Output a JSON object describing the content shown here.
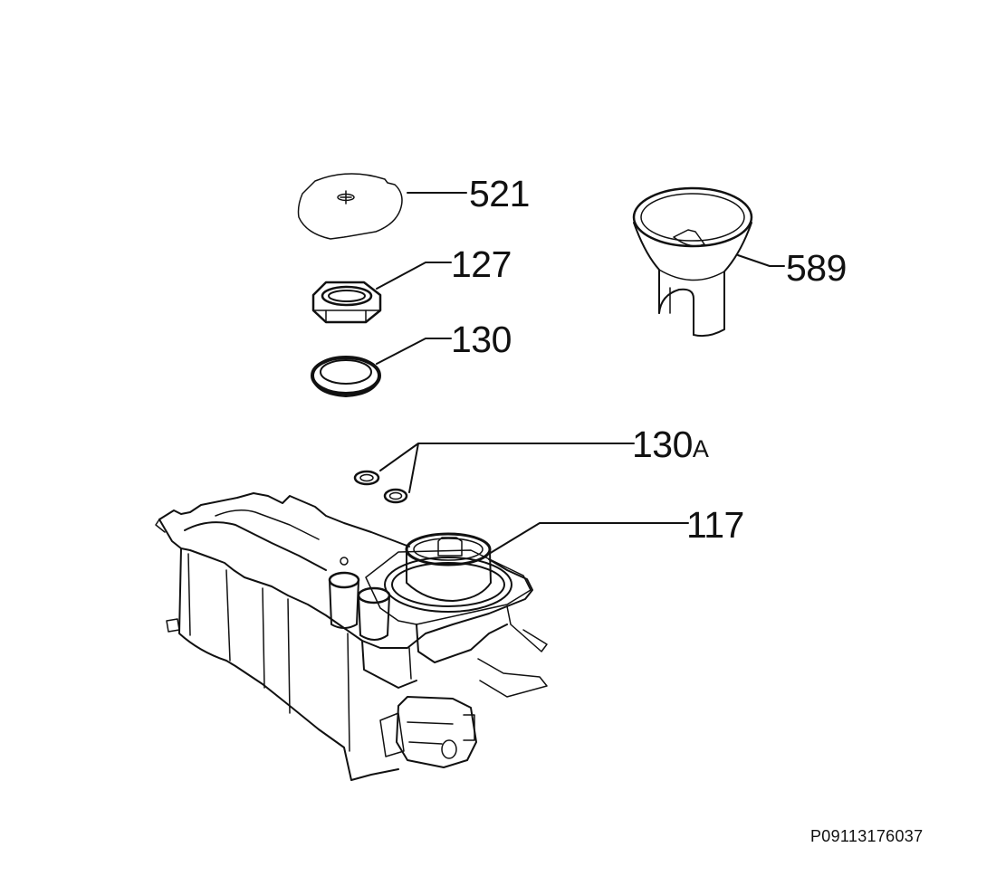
{
  "callouts": {
    "p521": "521",
    "p127": "127",
    "p130": "130",
    "p589": "589",
    "p130a_num": "130",
    "p130a_suffix": "A",
    "p117": "117"
  },
  "drawing_code": "P09113176037",
  "colors": {
    "line": "#111111",
    "fill": "#ffffff"
  }
}
